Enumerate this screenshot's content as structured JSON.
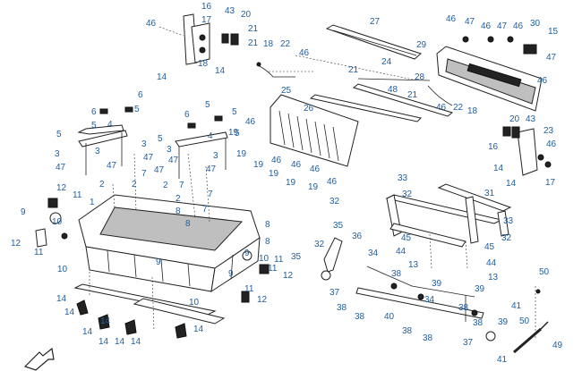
{
  "callouts": [
    {
      "id": "c46a",
      "label": "46"
    },
    {
      "id": "c16a",
      "label": "16"
    },
    {
      "id": "c17a",
      "label": "17"
    },
    {
      "id": "c43a",
      "label": "43"
    },
    {
      "id": "c20a",
      "label": "20"
    },
    {
      "id": "c21a",
      "label": "21"
    },
    {
      "id": "c21b",
      "label": "21"
    },
    {
      "id": "c18a",
      "label": "18"
    },
    {
      "id": "c22a",
      "label": "22"
    },
    {
      "id": "c18b",
      "label": "18"
    },
    {
      "id": "c14a",
      "label": "14"
    },
    {
      "id": "c14b",
      "label": "14"
    },
    {
      "id": "c46b",
      "label": "46"
    },
    {
      "id": "c27",
      "label": "27"
    },
    {
      "id": "c46c",
      "label": "46"
    },
    {
      "id": "c47a",
      "label": "47"
    },
    {
      "id": "c46d",
      "label": "46"
    },
    {
      "id": "c47b",
      "label": "47"
    },
    {
      "id": "c46e",
      "label": "46"
    },
    {
      "id": "c30",
      "label": "30"
    },
    {
      "id": "c15",
      "label": "15"
    },
    {
      "id": "c29",
      "label": "29"
    },
    {
      "id": "c47c",
      "label": "47"
    },
    {
      "id": "c46f",
      "label": "46"
    },
    {
      "id": "c21c",
      "label": "21"
    },
    {
      "id": "c24",
      "label": "24"
    },
    {
      "id": "c28",
      "label": "28"
    },
    {
      "id": "c48",
      "label": "48"
    },
    {
      "id": "c21d",
      "label": "21"
    },
    {
      "id": "c25",
      "label": "25"
    },
    {
      "id": "c26",
      "label": "26"
    },
    {
      "id": "c46g",
      "label": "46"
    },
    {
      "id": "c22b",
      "label": "22"
    },
    {
      "id": "c18c",
      "label": "18"
    },
    {
      "id": "c6a",
      "label": "6"
    },
    {
      "id": "c6b",
      "label": "6"
    },
    {
      "id": "c5a",
      "label": "5"
    },
    {
      "id": "c5b",
      "label": "5"
    },
    {
      "id": "c4a",
      "label": "4"
    },
    {
      "id": "c5c",
      "label": "5"
    },
    {
      "id": "c3a",
      "label": "3"
    },
    {
      "id": "c3b",
      "label": "3"
    },
    {
      "id": "c47d",
      "label": "47"
    },
    {
      "id": "c47e",
      "label": "47"
    },
    {
      "id": "c6c",
      "label": "6"
    },
    {
      "id": "c5d",
      "label": "5"
    },
    {
      "id": "c5e",
      "label": "5"
    },
    {
      "id": "c5f",
      "label": "5"
    },
    {
      "id": "c4b",
      "label": "4"
    },
    {
      "id": "c5g",
      "label": "5"
    },
    {
      "id": "c3c",
      "label": "3"
    },
    {
      "id": "c47f",
      "label": "47"
    },
    {
      "id": "c47g",
      "label": "47"
    },
    {
      "id": "c3d",
      "label": "3"
    },
    {
      "id": "c47h",
      "label": "47"
    },
    {
      "id": "c3e",
      "label": "3"
    },
    {
      "id": "c47i",
      "label": "47"
    },
    {
      "id": "c46h",
      "label": "46"
    },
    {
      "id": "c19a",
      "label": "19"
    },
    {
      "id": "c19b",
      "label": "19"
    },
    {
      "id": "c46i",
      "label": "46"
    },
    {
      "id": "c19c",
      "label": "19"
    },
    {
      "id": "c46j",
      "label": "46"
    },
    {
      "id": "c19d",
      "label": "19"
    },
    {
      "id": "c46k",
      "label": "46"
    },
    {
      "id": "c19e",
      "label": "19"
    },
    {
      "id": "c46l",
      "label": "46"
    },
    {
      "id": "c19f",
      "label": "19"
    },
    {
      "id": "c20b",
      "label": "20"
    },
    {
      "id": "c43b",
      "label": "43"
    },
    {
      "id": "c23",
      "label": "23"
    },
    {
      "id": "c46m",
      "label": "46"
    },
    {
      "id": "c16b",
      "label": "16"
    },
    {
      "id": "c14c",
      "label": "14"
    },
    {
      "id": "c14d",
      "label": "14"
    },
    {
      "id": "c17b",
      "label": "17"
    },
    {
      "id": "c2a",
      "label": "2"
    },
    {
      "id": "c7a",
      "label": "7"
    },
    {
      "id": "c2b",
      "label": "2"
    },
    {
      "id": "c2c",
      "label": "2"
    },
    {
      "id": "c7b",
      "label": "7"
    },
    {
      "id": "c12a",
      "label": "12"
    },
    {
      "id": "c11a",
      "label": "11"
    },
    {
      "id": "c1",
      "label": "1"
    },
    {
      "id": "c2d",
      "label": "2"
    },
    {
      "id": "c7c",
      "label": "7"
    },
    {
      "id": "c8a",
      "label": "8"
    },
    {
      "id": "c7d",
      "label": "7"
    },
    {
      "id": "c8b",
      "label": "8"
    },
    {
      "id": "c9a",
      "label": "9"
    },
    {
      "id": "c10a",
      "label": "10"
    },
    {
      "id": "c12b",
      "label": "12"
    },
    {
      "id": "c11b",
      "label": "11"
    },
    {
      "id": "c10b",
      "label": "10"
    },
    {
      "id": "c8c",
      "label": "8"
    },
    {
      "id": "c8d",
      "label": "8"
    },
    {
      "id": "c9b",
      "label": "9"
    },
    {
      "id": "c9c",
      "label": "9"
    },
    {
      "id": "c10c",
      "label": "10"
    },
    {
      "id": "c11c",
      "label": "11"
    },
    {
      "id": "c11d",
      "label": "11"
    },
    {
      "id": "c12c",
      "label": "12"
    },
    {
      "id": "c9d",
      "label": "9"
    },
    {
      "id": "c10d",
      "label": "10"
    },
    {
      "id": "c11e",
      "label": "11"
    },
    {
      "id": "c12d",
      "label": "12"
    },
    {
      "id": "c14e",
      "label": "14"
    },
    {
      "id": "c14f",
      "label": "14"
    },
    {
      "id": "c14g",
      "label": "14"
    },
    {
      "id": "c14h",
      "label": "14"
    },
    {
      "id": "c14i",
      "label": "14"
    },
    {
      "id": "c14j",
      "label": "14"
    },
    {
      "id": "c14k",
      "label": "14"
    },
    {
      "id": "c14l",
      "label": "14"
    },
    {
      "id": "c33",
      "label": "33"
    },
    {
      "id": "c32a",
      "label": "32"
    },
    {
      "id": "c31",
      "label": "31"
    },
    {
      "id": "c33b",
      "label": "33"
    },
    {
      "id": "c32b",
      "label": "32"
    },
    {
      "id": "c45a",
      "label": "45"
    },
    {
      "id": "c44a",
      "label": "44"
    },
    {
      "id": "c13a",
      "label": "13"
    },
    {
      "id": "c45b",
      "label": "45"
    },
    {
      "id": "c44b",
      "label": "44"
    },
    {
      "id": "c13b",
      "label": "13"
    },
    {
      "id": "c32c",
      "label": "32"
    },
    {
      "id": "c35",
      "label": "35"
    },
    {
      "id": "c32d",
      "label": "32"
    },
    {
      "id": "c36",
      "label": "36"
    },
    {
      "id": "c35b",
      "label": "35"
    },
    {
      "id": "c34a",
      "label": "34"
    },
    {
      "id": "c38a",
      "label": "38"
    },
    {
      "id": "c39a",
      "label": "39"
    },
    {
      "id": "c37a",
      "label": "37"
    },
    {
      "id": "c38b",
      "label": "38"
    },
    {
      "id": "c38c",
      "label": "38"
    },
    {
      "id": "c40",
      "label": "40"
    },
    {
      "id": "c34b",
      "label": "34"
    },
    {
      "id": "c39b",
      "label": "39"
    },
    {
      "id": "c38d",
      "label": "38"
    },
    {
      "id": "c39c",
      "label": "39"
    },
    {
      "id": "c38e",
      "label": "38"
    },
    {
      "id": "c38f",
      "label": "38"
    },
    {
      "id": "c37b",
      "label": "37"
    },
    {
      "id": "c50a",
      "label": "50"
    },
    {
      "id": "c41a",
      "label": "41"
    },
    {
      "id": "c50b",
      "label": "50"
    },
    {
      "id": "c49",
      "label": "49"
    },
    {
      "id": "c41b",
      "label": "41"
    }
  ],
  "front_arrow": {
    "icon": "front-direction-arrow-icon"
  }
}
